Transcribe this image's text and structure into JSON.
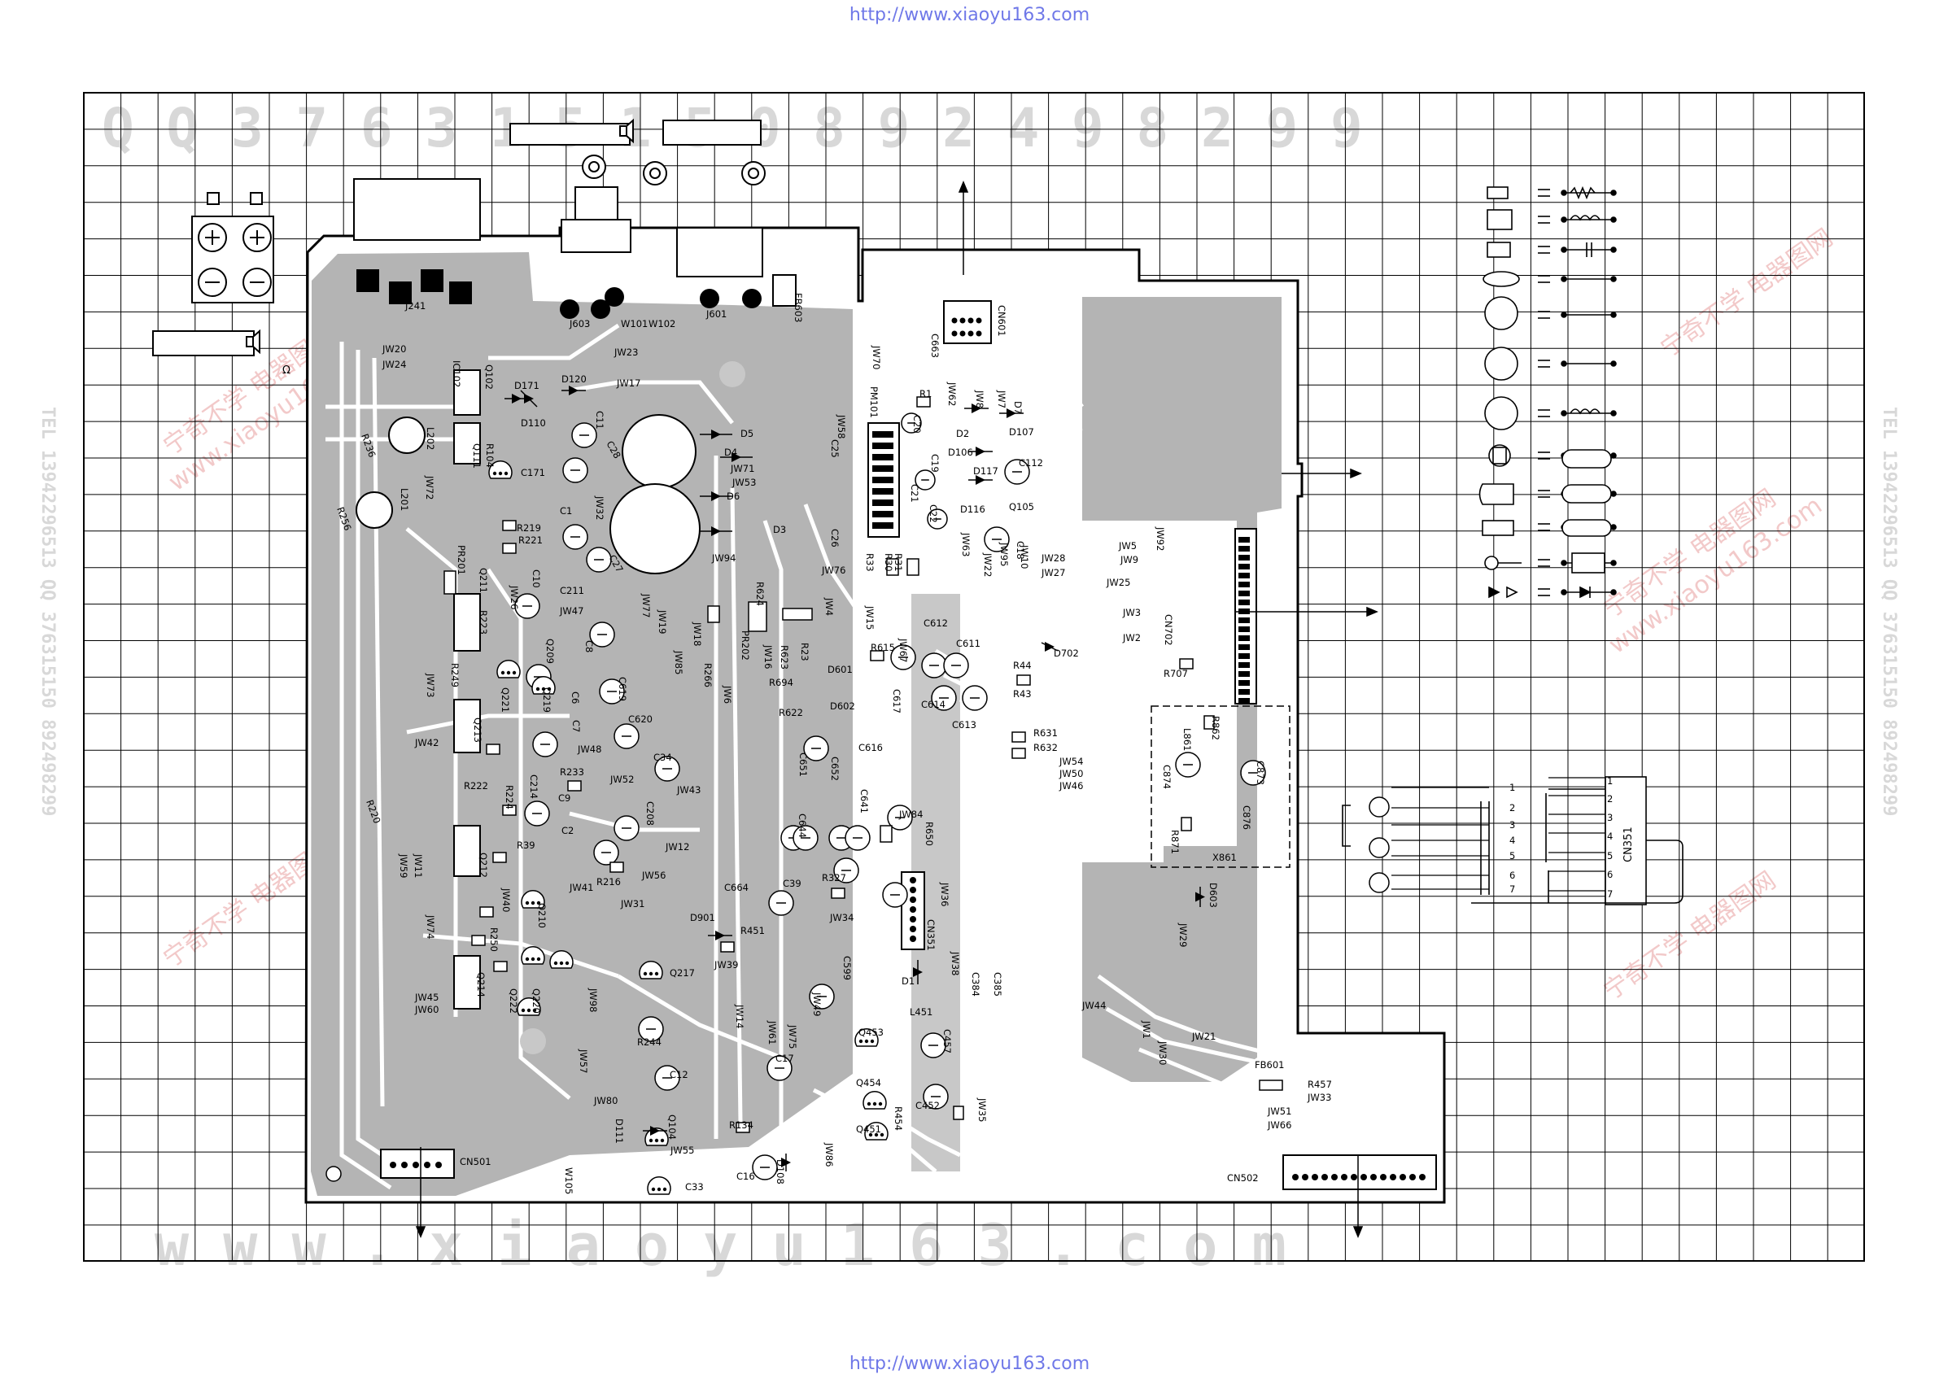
{
  "header": {
    "url": "http://www.xiaoyu163.com"
  },
  "footer": {
    "url": "http://www.xiaoyu163.com"
  },
  "watermarks": {
    "top_row": "Q Q 3 7 6 3 1 5 1 5 0 8 9 2 4 9 8 2 9 9",
    "bottom_row": "w w w . x i a o y u 1 6 3 . c o m",
    "left_side": "TEL 13942296513 QQ 376315150 892498299",
    "right_side": "TEL 13942296513 QQ 376315150 892498299",
    "stamp_cn": "宁奇不学 电器图网",
    "stamp_url": "www.xiaoyu163.com"
  },
  "components": [
    {
      "id": "j241",
      "text": "J241"
    },
    {
      "id": "jw20",
      "text": "JW20"
    },
    {
      "id": "jw24",
      "text": "JW24"
    },
    {
      "id": "ic102",
      "text": "IC102"
    },
    {
      "id": "q102",
      "text": "Q102"
    },
    {
      "id": "d171",
      "text": "D171"
    },
    {
      "id": "d120",
      "text": "D120"
    },
    {
      "id": "d110",
      "text": "D110"
    },
    {
      "id": "r104",
      "text": "R104"
    },
    {
      "id": "q111",
      "text": "Q111"
    },
    {
      "id": "c171",
      "text": "C171"
    },
    {
      "id": "r236",
      "text": "R236"
    },
    {
      "id": "l202",
      "text": "L202"
    },
    {
      "id": "jw72",
      "text": "JW72"
    },
    {
      "id": "r256",
      "text": "R256"
    },
    {
      "id": "l201",
      "text": "L201"
    },
    {
      "id": "jw23",
      "text": "JW23"
    },
    {
      "id": "jw17",
      "text": "JW17"
    },
    {
      "id": "c11",
      "text": "C11"
    },
    {
      "id": "c28",
      "text": "C28"
    },
    {
      "id": "jw32",
      "text": "JW32"
    },
    {
      "id": "c1",
      "text": "C1"
    },
    {
      "id": "c27",
      "text": "C27"
    },
    {
      "id": "j603",
      "text": "J603"
    },
    {
      "id": "w101",
      "text": "W101"
    },
    {
      "id": "w102",
      "text": "W102"
    },
    {
      "id": "j601",
      "text": "J601"
    },
    {
      "id": "fb603",
      "text": "FB603"
    },
    {
      "id": "c663",
      "text": "C663"
    },
    {
      "id": "jw70",
      "text": "JW70"
    },
    {
      "id": "cn601",
      "text": "CN601"
    },
    {
      "id": "jw58",
      "text": "JW58"
    },
    {
      "id": "pm101",
      "text": "PM101"
    },
    {
      "id": "d5",
      "text": "D5"
    },
    {
      "id": "d4",
      "text": "D4"
    },
    {
      "id": "jw71",
      "text": "JW71"
    },
    {
      "id": "jw53",
      "text": "JW53"
    },
    {
      "id": "d6",
      "text": "D6"
    },
    {
      "id": "d3",
      "text": "D3"
    },
    {
      "id": "c25",
      "text": "C25"
    },
    {
      "id": "c26",
      "text": "C26"
    },
    {
      "id": "r1",
      "text": "R1"
    },
    {
      "id": "jw62",
      "text": "JW62"
    },
    {
      "id": "jw8",
      "text": "JW8"
    },
    {
      "id": "jw7",
      "text": "JW7"
    },
    {
      "id": "d107",
      "text": "D107"
    },
    {
      "id": "d2",
      "text": "D2"
    },
    {
      "id": "d106",
      "text": "D106"
    },
    {
      "id": "c112",
      "text": "C112"
    },
    {
      "id": "d117",
      "text": "D117"
    },
    {
      "id": "d116",
      "text": "D116"
    },
    {
      "id": "q105",
      "text": "Q105"
    },
    {
      "id": "c18",
      "text": "C18"
    },
    {
      "id": "r33",
      "text": "R33"
    },
    {
      "id": "jw76",
      "text": "JW76"
    },
    {
      "id": "jw94",
      "text": "JW94"
    },
    {
      "id": "jw19",
      "text": "JW19"
    },
    {
      "id": "jw77",
      "text": "JW77"
    },
    {
      "id": "jw28",
      "text": "JW28"
    },
    {
      "id": "jw27",
      "text": "JW27"
    },
    {
      "id": "jw25",
      "text": "JW25"
    },
    {
      "id": "jw5",
      "text": "JW5"
    },
    {
      "id": "jw9",
      "text": "JW9"
    },
    {
      "id": "jw92",
      "text": "JW92"
    },
    {
      "id": "jw3",
      "text": "JW3"
    },
    {
      "id": "jw2",
      "text": "JW2"
    },
    {
      "id": "cn702",
      "text": "CN702"
    },
    {
      "id": "d702",
      "text": "D702"
    },
    {
      "id": "r707",
      "text": "R707"
    },
    {
      "id": "r219",
      "text": "R219"
    },
    {
      "id": "r221",
      "text": "R221"
    },
    {
      "id": "pr201",
      "text": "PR201"
    },
    {
      "id": "q211",
      "text": "Q211"
    },
    {
      "id": "c10",
      "text": "C10"
    },
    {
      "id": "c211",
      "text": "C211"
    },
    {
      "id": "jw26",
      "text": "JW26"
    },
    {
      "id": "jw47",
      "text": "JW47"
    },
    {
      "id": "r223",
      "text": "R223"
    },
    {
      "id": "q209",
      "text": "Q209"
    },
    {
      "id": "c8",
      "text": "C8"
    },
    {
      "id": "r249",
      "text": "R249"
    },
    {
      "id": "jw73",
      "text": "JW73"
    },
    {
      "id": "q221",
      "text": "Q221"
    },
    {
      "id": "q219",
      "text": "Q219"
    },
    {
      "id": "c6",
      "text": "C6"
    },
    {
      "id": "c7",
      "text": "C7"
    },
    {
      "id": "c619",
      "text": "C619"
    },
    {
      "id": "jw85",
      "text": "JW85"
    },
    {
      "id": "jw18",
      "text": "JW18"
    },
    {
      "id": "r266",
      "text": "R266"
    },
    {
      "id": "jw6",
      "text": "JW6"
    },
    {
      "id": "r624",
      "text": "R624"
    },
    {
      "id": "pr202",
      "text": "PR202"
    },
    {
      "id": "jw16",
      "text": "JW16"
    },
    {
      "id": "r623",
      "text": "R623"
    },
    {
      "id": "r23",
      "text": "R23"
    },
    {
      "id": "r694",
      "text": "R694"
    },
    {
      "id": "r622",
      "text": "R622"
    },
    {
      "id": "jw4",
      "text": "JW4"
    },
    {
      "id": "jw15",
      "text": "JW15"
    },
    {
      "id": "c612",
      "text": "C612"
    },
    {
      "id": "r615",
      "text": "R615"
    },
    {
      "id": "jw67",
      "text": "JW67"
    },
    {
      "id": "c611",
      "text": "C611"
    },
    {
      "id": "d601",
      "text": "D601"
    },
    {
      "id": "c617",
      "text": "C617"
    },
    {
      "id": "d602",
      "text": "D602"
    },
    {
      "id": "c614",
      "text": "C614"
    },
    {
      "id": "c613",
      "text": "C613"
    },
    {
      "id": "c616",
      "text": "C616"
    },
    {
      "id": "r44",
      "text": "R44"
    },
    {
      "id": "r43",
      "text": "R43"
    },
    {
      "id": "r631",
      "text": "R631"
    },
    {
      "id": "r632",
      "text": "R632"
    },
    {
      "id": "q213",
      "text": "Q213"
    },
    {
      "id": "jw42",
      "text": "JW42"
    },
    {
      "id": "c620",
      "text": "C620"
    },
    {
      "id": "jw48",
      "text": "JW48"
    },
    {
      "id": "c34",
      "text": "C34"
    },
    {
      "id": "r233",
      "text": "R233"
    },
    {
      "id": "jw52",
      "text": "JW52"
    },
    {
      "id": "jw43",
      "text": "JW43"
    },
    {
      "id": "c651",
      "text": "C651"
    },
    {
      "id": "c652",
      "text": "C652"
    },
    {
      "id": "r222",
      "text": "R222"
    },
    {
      "id": "r220",
      "text": "R220"
    },
    {
      "id": "c214",
      "text": "C214"
    },
    {
      "id": "r224",
      "text": "R224"
    },
    {
      "id": "c9",
      "text": "C9"
    },
    {
      "id": "c2",
      "text": "C2"
    },
    {
      "id": "c208",
      "text": "C208"
    },
    {
      "id": "c644",
      "text": "C644"
    },
    {
      "id": "c641",
      "text": "C641"
    },
    {
      "id": "jw84",
      "text": "JW84"
    },
    {
      "id": "r650",
      "text": "R650"
    },
    {
      "id": "jw54",
      "text": "JW54"
    },
    {
      "id": "jw50",
      "text": "JW50"
    },
    {
      "id": "jw46",
      "text": "JW46"
    },
    {
      "id": "c874",
      "text": "C874"
    },
    {
      "id": "c873",
      "text": "C873"
    },
    {
      "id": "c876",
      "text": "C876"
    },
    {
      "id": "r871",
      "text": "R871"
    },
    {
      "id": "x861",
      "text": "X861"
    },
    {
      "id": "l861",
      "text": "L861"
    },
    {
      "id": "r862",
      "text": "R862"
    },
    {
      "id": "jw59",
      "text": "JW59"
    },
    {
      "id": "jw11",
      "text": "JW11"
    },
    {
      "id": "q212",
      "text": "Q212"
    },
    {
      "id": "r39",
      "text": "R39"
    },
    {
      "id": "jw40",
      "text": "JW40"
    },
    {
      "id": "jw12",
      "text": "JW12"
    },
    {
      "id": "jw41",
      "text": "JW41"
    },
    {
      "id": "r216",
      "text": "R216"
    },
    {
      "id": "jw56",
      "text": "JW56"
    },
    {
      "id": "c664",
      "text": "C664"
    },
    {
      "id": "c39",
      "text": "C39"
    },
    {
      "id": "r327",
      "text": "R327"
    },
    {
      "id": "jw36",
      "text": "JW36"
    },
    {
      "id": "cn351",
      "text": "CN351"
    },
    {
      "id": "q210",
      "text": "Q210"
    },
    {
      "id": "jw31",
      "text": "JW31"
    },
    {
      "id": "d901",
      "text": "D901"
    },
    {
      "id": "r451",
      "text": "R451"
    },
    {
      "id": "jw34",
      "text": "JW34"
    },
    {
      "id": "jw74",
      "text": "JW74"
    },
    {
      "id": "r250",
      "text": "R250"
    },
    {
      "id": "c599",
      "text": "C599"
    },
    {
      "id": "d1",
      "text": "D1"
    },
    {
      "id": "jw38",
      "text": "JW38"
    },
    {
      "id": "c384",
      "text": "C384"
    },
    {
      "id": "c385",
      "text": "C385"
    },
    {
      "id": "jw39",
      "text": "JW39"
    },
    {
      "id": "q217",
      "text": "Q217"
    },
    {
      "id": "q214",
      "text": "Q214"
    },
    {
      "id": "q222",
      "text": "Q222"
    },
    {
      "id": "q220",
      "text": "Q220"
    },
    {
      "id": "jw45",
      "text": "JW45"
    },
    {
      "id": "jw60",
      "text": "JW60"
    },
    {
      "id": "jw98",
      "text": "JW98"
    },
    {
      "id": "jw14",
      "text": "JW14"
    },
    {
      "id": "jw61",
      "text": "JW61"
    },
    {
      "id": "jw49",
      "text": "JW49"
    },
    {
      "id": "jw75",
      "text": "JW75"
    },
    {
      "id": "q453",
      "text": "Q453"
    },
    {
      "id": "l451",
      "text": "L451"
    },
    {
      "id": "c457",
      "text": "C457"
    },
    {
      "id": "jw44",
      "text": "JW44"
    },
    {
      "id": "jw1",
      "text": "JW1"
    },
    {
      "id": "jw30",
      "text": "JW30"
    },
    {
      "id": "jw21",
      "text": "JW21"
    },
    {
      "id": "jw29",
      "text": "JW29"
    },
    {
      "id": "d603",
      "text": "D603"
    },
    {
      "id": "jw57",
      "text": "JW57"
    },
    {
      "id": "r244",
      "text": "R244"
    },
    {
      "id": "c12",
      "text": "C12"
    },
    {
      "id": "c17",
      "text": "C17"
    },
    {
      "id": "q454",
      "text": "Q454"
    },
    {
      "id": "c452",
      "text": "C452"
    },
    {
      "id": "jw35",
      "text": "JW35"
    },
    {
      "id": "r454",
      "text": "R454"
    },
    {
      "id": "q451",
      "text": "Q451"
    },
    {
      "id": "fb601",
      "text": "FB601"
    },
    {
      "id": "r457",
      "text": "R457"
    },
    {
      "id": "jw33",
      "text": "JW33"
    },
    {
      "id": "jw51",
      "text": "JW51"
    },
    {
      "id": "jw66",
      "text": "JW66"
    },
    {
      "id": "jw80",
      "text": "JW80"
    },
    {
      "id": "d111",
      "text": "D111"
    },
    {
      "id": "q104",
      "text": "Q104"
    },
    {
      "id": "r134",
      "text": "R134"
    },
    {
      "id": "jw55",
      "text": "JW55"
    },
    {
      "id": "d108",
      "text": "D108"
    },
    {
      "id": "jw86",
      "text": "JW86"
    },
    {
      "id": "c16",
      "text": "C16"
    },
    {
      "id": "c33",
      "text": "C33"
    },
    {
      "id": "w105",
      "text": "W105"
    },
    {
      "id": "cn501",
      "text": "CN501"
    },
    {
      "id": "cn502",
      "text": "CN502"
    },
    {
      "id": "jw95",
      "text": "JW95"
    },
    {
      "id": "jw22",
      "text": "JW22"
    },
    {
      "id": "jw63",
      "text": "JW63"
    },
    {
      "id": "jw10",
      "text": "JW10"
    },
    {
      "id": "r30",
      "text": "R30"
    },
    {
      "id": "r31",
      "text": "R31"
    },
    {
      "id": "c20",
      "text": "C20"
    },
    {
      "id": "c19",
      "text": "C19"
    },
    {
      "id": "c21",
      "text": "C21"
    },
    {
      "id": "c22",
      "text": "C22"
    },
    {
      "id": "d7",
      "text": "D7"
    }
  ],
  "connector_pins": [
    "1",
    "2",
    "3",
    "4",
    "5",
    "6",
    "7"
  ],
  "misc": {
    "omega_mark": "Ω",
    "minus_bar": "—"
  }
}
